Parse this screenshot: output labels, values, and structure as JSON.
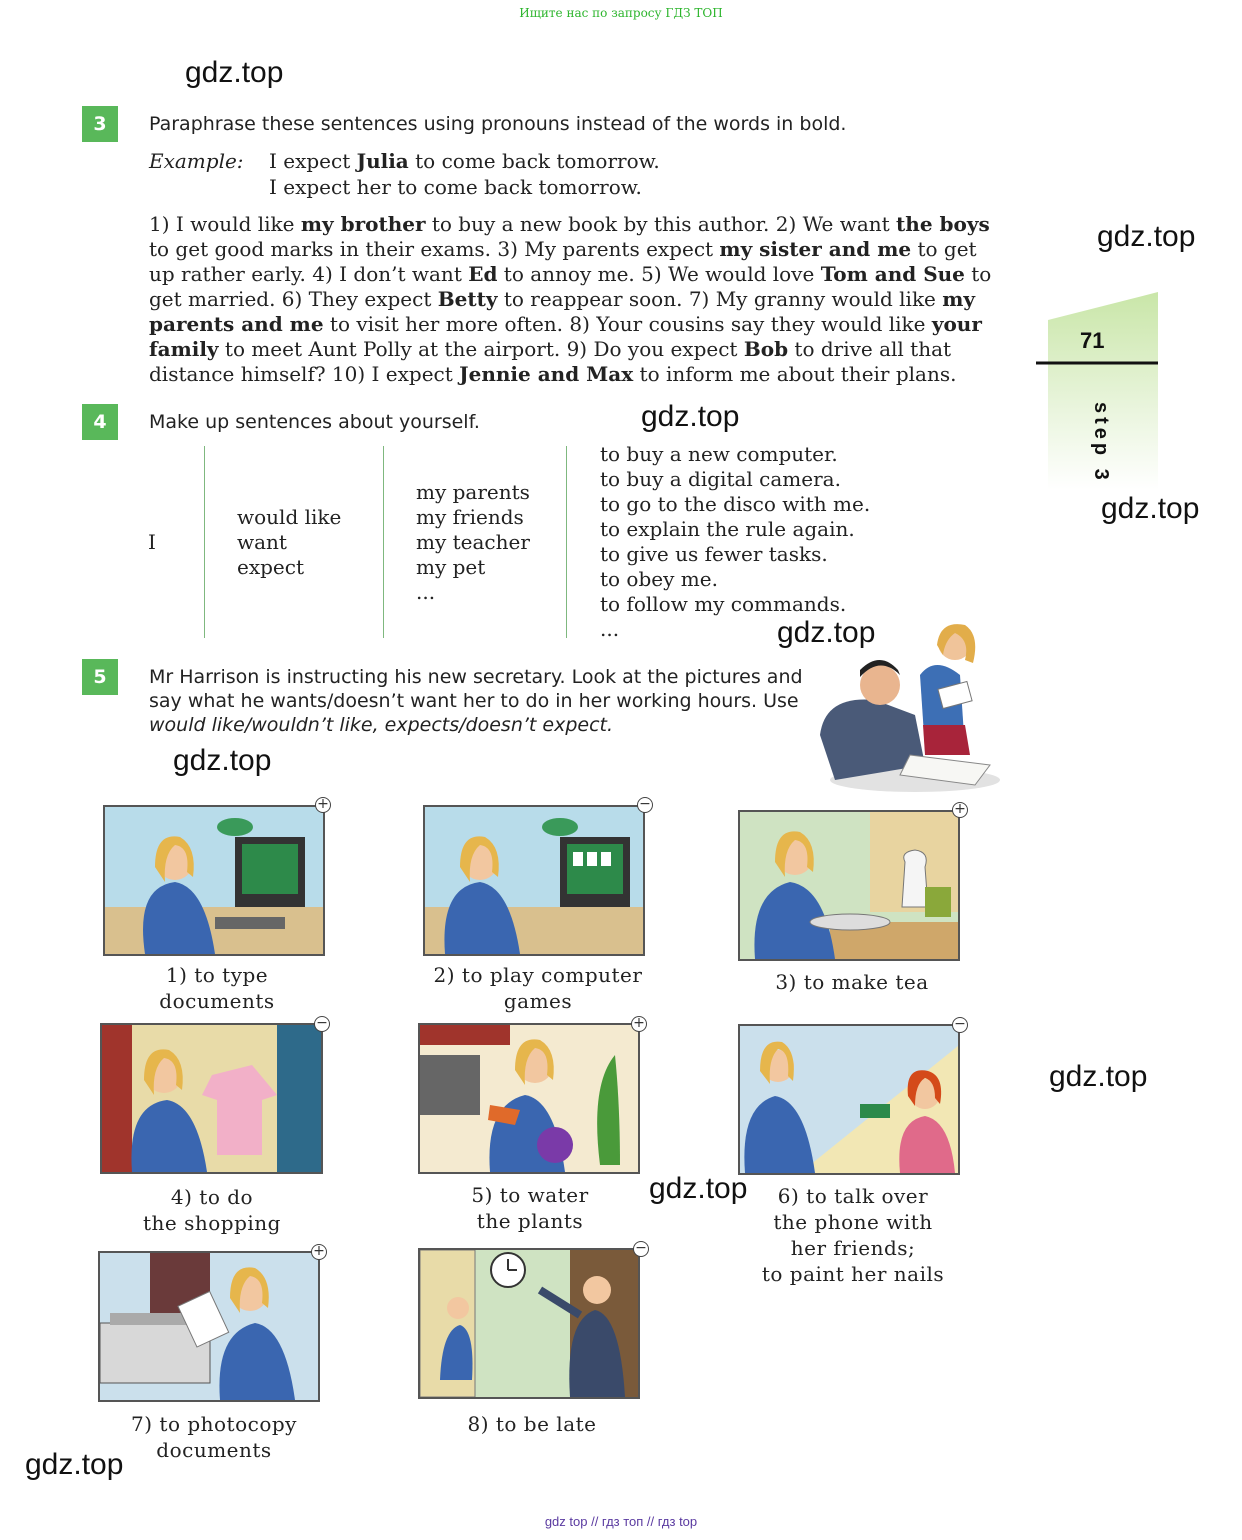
{
  "top_banner": "Ищите нас по запросу ГДЗ ТОП",
  "watermark": "gdz.top",
  "page_number": "71",
  "side_label": "step 3",
  "ex3": {
    "number": "3",
    "instruction": "Paraphrase these sentences using pronouns instead of the words in bold.",
    "example_label": "Example:",
    "example_line1_pre": "I expect ",
    "example_line1_bold": "Julia",
    "example_line1_post": " to come back tomorrow.",
    "example_line2": "I  expect  her  to  come  back  tomorrow.",
    "lines": [
      [
        {
          "t": "1) I would like "
        },
        {
          "t": "my brother",
          "b": true
        },
        {
          "t": " to buy a new book by this author. 2) We want "
        },
        {
          "t": "the boys",
          "b": true
        }
      ],
      [
        {
          "t": "to get good marks in their exams. 3) My parents expect "
        },
        {
          "t": "my sister and me",
          "b": true
        },
        {
          "t": " to get"
        }
      ],
      [
        {
          "t": "up rather early. 4) I don’t want "
        },
        {
          "t": "Ed",
          "b": true
        },
        {
          "t": " to annoy me. 5) We would love "
        },
        {
          "t": "Tom and Sue",
          "b": true
        },
        {
          "t": " to"
        }
      ],
      [
        {
          "t": "get married. 6) They expect "
        },
        {
          "t": "Betty",
          "b": true
        },
        {
          "t": " to reappear soon. 7) My granny would like "
        },
        {
          "t": "my",
          "b": true
        }
      ],
      [
        {
          "t": "parents and me",
          "b": true
        },
        {
          "t": " to visit her more often. 8) Your cousins say they would like "
        },
        {
          "t": "your",
          "b": true
        }
      ],
      [
        {
          "t": "family",
          "b": true
        },
        {
          "t": " to meet Aunt Polly at the airport. 9) Do you expect "
        },
        {
          "t": "Bob",
          "b": true
        },
        {
          "t": " to drive all that"
        }
      ],
      [
        {
          "t": "distance himself? 10) I expect "
        },
        {
          "t": "Jennie and Max",
          "b": true
        },
        {
          "t": " to inform me about their plans."
        }
      ]
    ]
  },
  "ex4": {
    "number": "4",
    "instruction": "Make up sentences about yourself.",
    "subject": "I",
    "verbs": [
      "would like",
      "want",
      "expect"
    ],
    "objects": [
      "my parents",
      "my friends",
      "my teacher",
      "my pet",
      "..."
    ],
    "infinitives": [
      "to buy a new computer.",
      "to buy a digital camera.",
      "to go to the disco with me.",
      "to explain the rule again.",
      "to give us fewer tasks.",
      "to obey me.",
      "to follow my commands.",
      "..."
    ]
  },
  "ex5": {
    "number": "5",
    "instruction_line1": "Mr Harrison is instructing his new secretary. Look at the pictures and",
    "instruction_line2": "say what he wants/doesn’t want her to do in her working hours. Use",
    "instruction_line3": "would like/wouldn’t like, expects/doesn’t expect.",
    "items": [
      {
        "caption": [
          "1)  to  type",
          "documents"
        ],
        "sign": "+"
      },
      {
        "caption": [
          "2)  to  play  computer",
          "games"
        ],
        "sign": "−"
      },
      {
        "caption": [
          "3)  to  make  tea"
        ],
        "sign": "+"
      },
      {
        "caption": [
          "4)  to  do",
          "the  shopping"
        ],
        "sign": "−"
      },
      {
        "caption": [
          "5)  to  water",
          "the  plants"
        ],
        "sign": "+"
      },
      {
        "caption": [
          "6)  to  talk  over",
          "the  phone  with",
          "her  friends;",
          "to  paint  her  nails"
        ],
        "sign": "−"
      },
      {
        "caption": [
          "7)  to  photocopy",
          "documents"
        ],
        "sign": "+"
      },
      {
        "caption": [
          "8)  to  be  late"
        ],
        "sign": "−"
      }
    ]
  },
  "footer": "gdz top  //  гдз топ  //  гдз top",
  "colors": {
    "badge": "#59b85a",
    "rule": "#7fb87f",
    "banner": "#2db52d",
    "footer": "#5a3aa0"
  }
}
